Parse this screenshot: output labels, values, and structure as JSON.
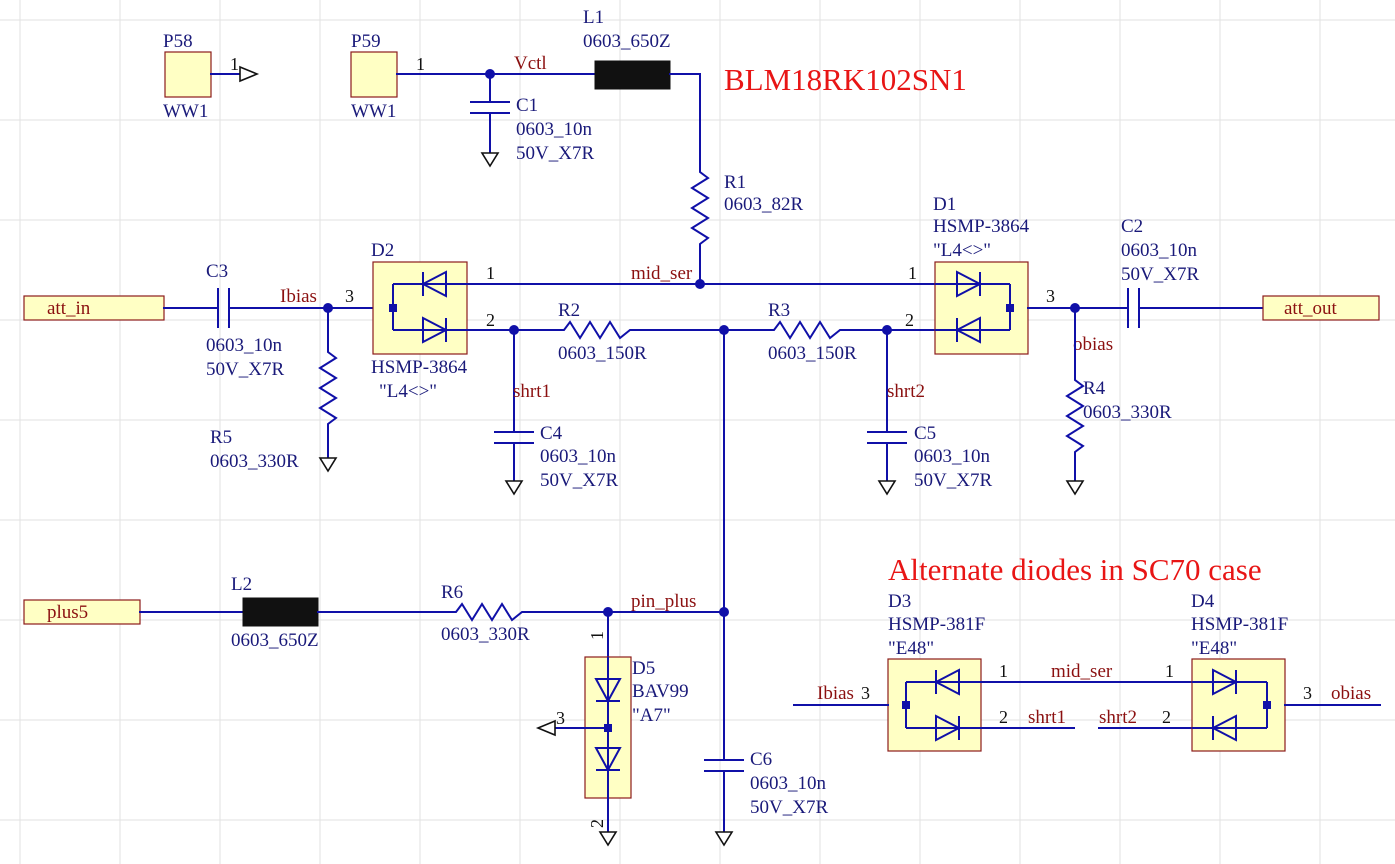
{
  "notes": {
    "part_note": "BLM18RK102SN1",
    "alt_note": "Alternate diodes in SC70 case"
  },
  "ports": {
    "att_in": "att_in",
    "att_out": "att_out",
    "plus5": "plus5"
  },
  "nets": {
    "vctl": "Vctl",
    "ibias": "Ibias",
    "mid_ser": "mid_ser",
    "obias": "obias",
    "shrt1": "shrt1",
    "shrt2": "shrt2",
    "pin_plus": "pin_plus",
    "ibias_alt": "Ibias",
    "mid_ser_alt": "mid_ser",
    "shrt1_alt": "shrt1",
    "shrt2_alt": "shrt2",
    "obias_alt": "obias"
  },
  "components": {
    "p58": {
      "ref": "P58",
      "value": "WW1",
      "pin": "1"
    },
    "p59": {
      "ref": "P59",
      "value": "WW1",
      "pin": "1"
    },
    "l1": {
      "ref": "L1",
      "value": "0603_650Z"
    },
    "c1": {
      "ref": "C1",
      "value": "0603_10n",
      "rating": "50V_X7R"
    },
    "r1": {
      "ref": "R1",
      "value": "0603_82R"
    },
    "c3": {
      "ref": "C3",
      "value": "0603_10n",
      "rating": "50V_X7R"
    },
    "r5": {
      "ref": "R5",
      "value": "0603_330R"
    },
    "d2": {
      "ref": "D2",
      "value": "HSMP-3864",
      "marking": "\"L4<>\"",
      "pin1": "1",
      "pin2": "2",
      "pin3": "3"
    },
    "r2": {
      "ref": "R2",
      "value": "0603_150R"
    },
    "r3": {
      "ref": "R3",
      "value": "0603_150R"
    },
    "c4": {
      "ref": "C4",
      "value": "0603_10n",
      "rating": "50V_X7R"
    },
    "c5": {
      "ref": "C5",
      "value": "0603_10n",
      "rating": "50V_X7R"
    },
    "d1": {
      "ref": "D1",
      "value": "HSMP-3864",
      "marking": "\"L4<>\"",
      "pin1": "1",
      "pin2": "2",
      "pin3": "3"
    },
    "c2": {
      "ref": "C2",
      "value": "0603_10n",
      "rating": "50V_X7R"
    },
    "r4": {
      "ref": "R4",
      "value": "0603_330R"
    },
    "l2": {
      "ref": "L2",
      "value": "0603_650Z"
    },
    "r6": {
      "ref": "R6",
      "value": "0603_330R"
    },
    "d5": {
      "ref": "D5",
      "value": "BAV99",
      "marking": "\"A7\"",
      "pin1": "1",
      "pin2": "2",
      "pin3": "3"
    },
    "c6": {
      "ref": "C6",
      "value": "0603_10n",
      "rating": "50V_X7R"
    },
    "d3": {
      "ref": "D3",
      "value": "HSMP-381F",
      "marking": "\"E48\"",
      "pin1": "1",
      "pin2": "2",
      "pin3": "3"
    },
    "d4": {
      "ref": "D4",
      "value": "HSMP-381F",
      "marking": "\"E48\"",
      "pin1": "1",
      "pin2": "2",
      "pin3": "3"
    }
  },
  "colors": {
    "wire": "#1010a8",
    "component_text": "#1a1a7a",
    "net_label": "#8b1010",
    "note": "#e81515",
    "body_fill": "#ffffc4",
    "grid": "#e2e2e2"
  }
}
